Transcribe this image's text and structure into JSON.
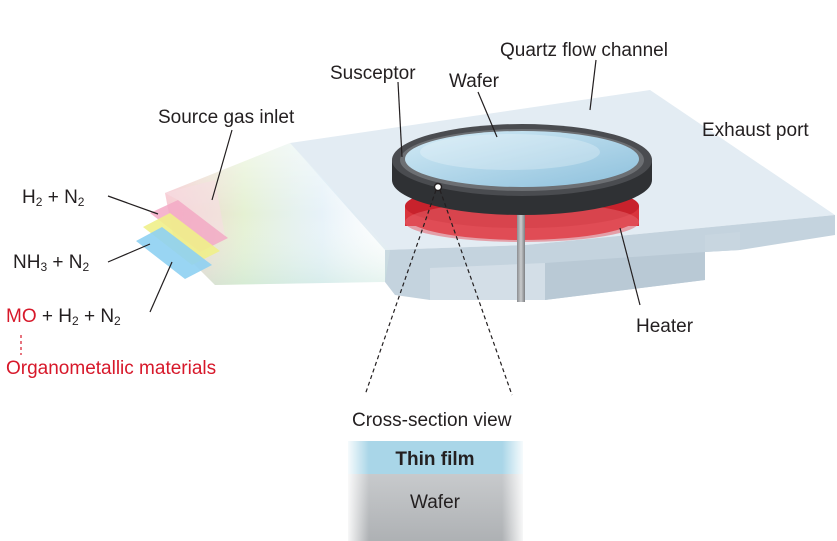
{
  "labels": {
    "quartz_flow_channel": "Quartz flow channel",
    "susceptor": "Susceptor",
    "wafer_top": "Wafer",
    "exhaust_port": "Exhaust port",
    "source_gas_inlet": "Source gas inlet",
    "heater": "Heater",
    "cross_section_view": "Cross-section view"
  },
  "gases": {
    "h2_n2": {
      "a": "H",
      "sub_a": "2",
      "b": " + N",
      "sub_b": "2"
    },
    "nh3_n2": {
      "a": "NH",
      "sub_a": "3",
      "b": " + N",
      "sub_b": "2"
    },
    "mo": {
      "mo": "MO",
      "rest_a": " + H",
      "sub_a": "2",
      "rest_b": " + N",
      "sub_b": "2"
    }
  },
  "organometallic": "Organometallic materials",
  "cross_section": {
    "thin_film": "Thin film",
    "wafer": "Wafer"
  },
  "colors": {
    "quartz": "#dfe9f1",
    "wafer": "#a9d0e6",
    "susceptor": "#3d3f42",
    "heater": "#d9343c",
    "thin_film": "#a9d6e8",
    "accent_red": "#d7182a"
  }
}
